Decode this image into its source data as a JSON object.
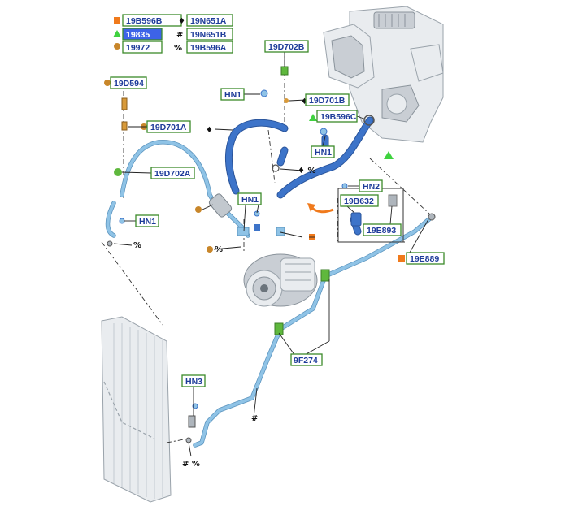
{
  "legend": [
    {
      "symbol_name": "orange-square-icon",
      "color": "#f07a1c",
      "code": "19B596B",
      "highlight": false
    },
    {
      "symbol_name": "green-triangle-icon",
      "color": "#3fd23f",
      "code": "19835",
      "highlight": true
    },
    {
      "symbol_name": "brown-circle-icon",
      "color": "#c8862a",
      "code": "19972",
      "highlight": false
    },
    {
      "glyph": "♦",
      "code": "19N651A"
    },
    {
      "glyph": "#",
      "code": "19N651B"
    },
    {
      "glyph": "%",
      "code": "19B596A"
    }
  ],
  "callouts": {
    "c19D594": "19D594",
    "c19D701A": "19D701A",
    "c19D702A": "19D702A",
    "c19D702B": "19D702B",
    "c19D701B": "19D701B",
    "c19B596C": "19B596C",
    "c19B632": "19B632",
    "c19E893": "19E893",
    "c19E889": "19E889",
    "c9F274": "9F274",
    "hn1a": "HN1",
    "hn1b": "HN1",
    "hn1c": "HN1",
    "hn1d": "HN1",
    "hn2": "HN2",
    "hn3": "HN3"
  },
  "symbols": {
    "diamond": "♦",
    "hash": "#",
    "percent": "%",
    "diamond_percent": "♦ %",
    "hash_percent": "# %"
  },
  "colors": {
    "label_text": "#1e3c9a",
    "callout_border": "#3b8a2a",
    "highlight_fill": "#3d63e8",
    "pipe_light": "#8fc3e6",
    "pipe_dark": "#3d74c9",
    "arrow": "#f07a1c"
  }
}
